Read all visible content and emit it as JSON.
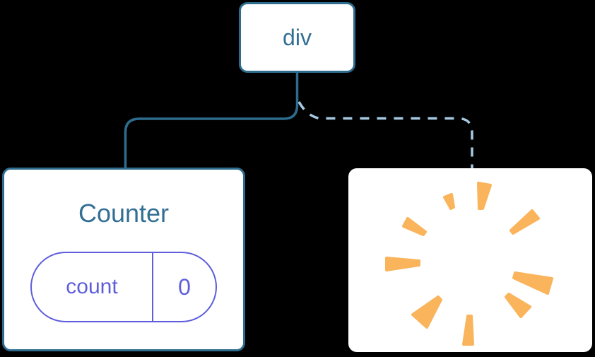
{
  "diagram": {
    "root": {
      "label": "div"
    },
    "counter": {
      "title": "Counter",
      "state": {
        "key": "count",
        "value": "0"
      }
    },
    "removed": {
      "icon": "poof-burst-icon"
    },
    "edges": [
      {
        "from": "div",
        "to": "Counter",
        "style": "solid"
      },
      {
        "from": "div",
        "to": "removed",
        "style": "dashed"
      }
    ]
  },
  "colors": {
    "background": "#000000",
    "node_fill": "#ffffff",
    "node_border": "#2e6c8e",
    "node_text": "#336f94",
    "solid_edge": "#2e6c8e",
    "dashed_edge": "#a6c9e2",
    "state_accent": "#5e5edb",
    "burst": "#f9b45c"
  }
}
